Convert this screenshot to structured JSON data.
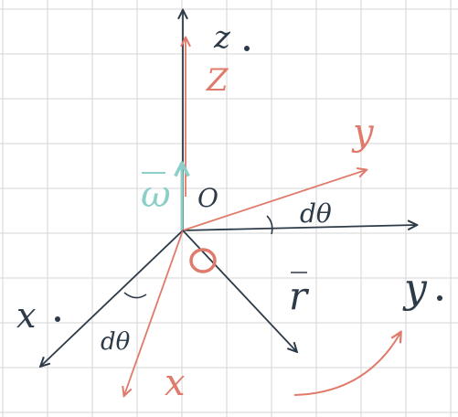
{
  "colors": {
    "paper": "#ffffff",
    "grid": "#d6d6d6",
    "ink": "#2d3a48",
    "red": "#e07a6a",
    "teal": "#8ccfc8"
  },
  "labels": {
    "z0": "z",
    "z": "Z",
    "y": "y",
    "y0": "y",
    "x0": "x",
    "x": "x",
    "omega": "ω",
    "origin": "O",
    "r": "r",
    "dtheta_right": "dθ",
    "dtheta_left": "dθ"
  }
}
